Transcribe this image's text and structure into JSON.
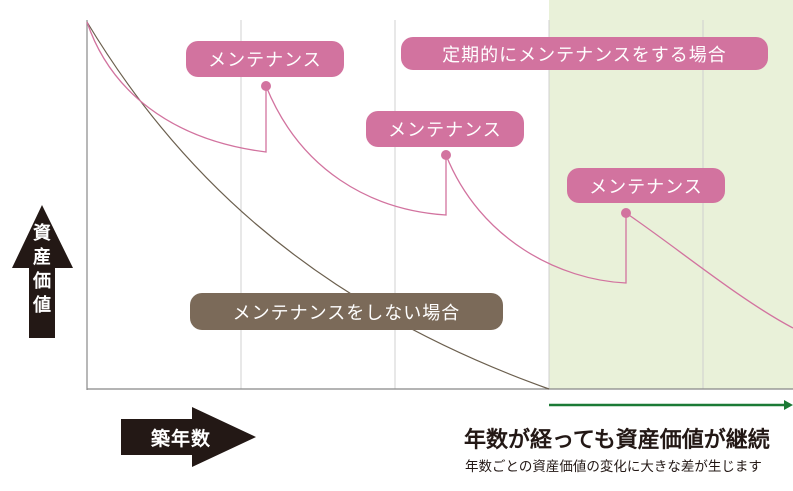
{
  "labels": {
    "maintenance_1": "メンテナンス",
    "maintenance_2": "メンテナンス",
    "maintenance_3": "メンテナンス",
    "with_maintenance": "定期的にメンテナンスをする場合",
    "without_maintenance": "メンテナンスをしない場合"
  },
  "axes": {
    "y_label": "資産価値",
    "x_label": "築年数"
  },
  "caption": {
    "title": "年数が経っても資産価値が継続",
    "subtitle": "年数ごとの資産価値の変化に大きな差が生じます"
  },
  "colors": {
    "pink": "#d2739f",
    "brown": "#7b6a59",
    "highlight": "#e9f1d9",
    "green_arrow": "#1b7a35"
  }
}
